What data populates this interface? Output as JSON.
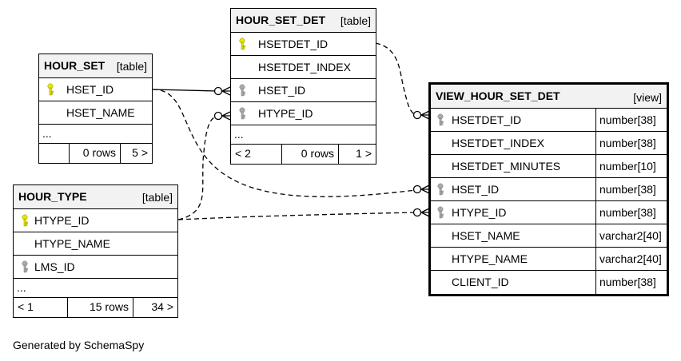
{
  "tables": {
    "hour_set": {
      "name": "HOUR_SET",
      "kind": "[table]",
      "columns": [
        {
          "name": "HSET_ID",
          "key": "primary-key-icon"
        },
        {
          "name": "HSET_NAME",
          "key": ""
        }
      ],
      "ellipsis": "...",
      "footer": [
        "",
        "0 rows",
        "5 >"
      ]
    },
    "hour_set_det": {
      "name": "HOUR_SET_DET",
      "kind": "[table]",
      "columns": [
        {
          "name": "HSETDET_ID",
          "key": "primary-key-icon"
        },
        {
          "name": "HSETDET_INDEX",
          "key": ""
        },
        {
          "name": "HSET_ID",
          "key": "foreign-key-icon"
        },
        {
          "name": "HTYPE_ID",
          "key": "foreign-key-icon"
        }
      ],
      "ellipsis": "...",
      "footer": [
        "< 2",
        "0 rows",
        "1 >"
      ]
    },
    "hour_type": {
      "name": "HOUR_TYPE",
      "kind": "[table]",
      "columns": [
        {
          "name": "HTYPE_ID",
          "key": "primary-key-icon"
        },
        {
          "name": "HTYPE_NAME",
          "key": ""
        },
        {
          "name": "LMS_ID",
          "key": "foreign-key-icon"
        }
      ],
      "ellipsis": "...",
      "footer": [
        "< 1",
        "15 rows",
        "34 >"
      ]
    },
    "view_hour_set_det": {
      "name": "VIEW_HOUR_SET_DET",
      "kind": "[view]",
      "columns": [
        {
          "name": "HSETDET_ID",
          "type": "number[38]",
          "key": "foreign-key-icon"
        },
        {
          "name": "HSETDET_INDEX",
          "type": "number[38]",
          "key": ""
        },
        {
          "name": "HSETDET_MINUTES",
          "type": "number[10]",
          "key": ""
        },
        {
          "name": "HSET_ID",
          "type": "number[38]",
          "key": "foreign-key-icon"
        },
        {
          "name": "HTYPE_ID",
          "type": "number[38]",
          "key": "foreign-key-icon"
        },
        {
          "name": "HSET_NAME",
          "type": "varchar2[40]",
          "key": ""
        },
        {
          "name": "HTYPE_NAME",
          "type": "varchar2[40]",
          "key": ""
        },
        {
          "name": "CLIENT_ID",
          "type": "number[38]",
          "key": ""
        }
      ]
    }
  },
  "colors": {
    "primary_key": "#e6e600",
    "foreign_key": "#aaaaaa",
    "header_bg": "#f2f2f2"
  },
  "footer_text": "Generated by SchemaSpy"
}
